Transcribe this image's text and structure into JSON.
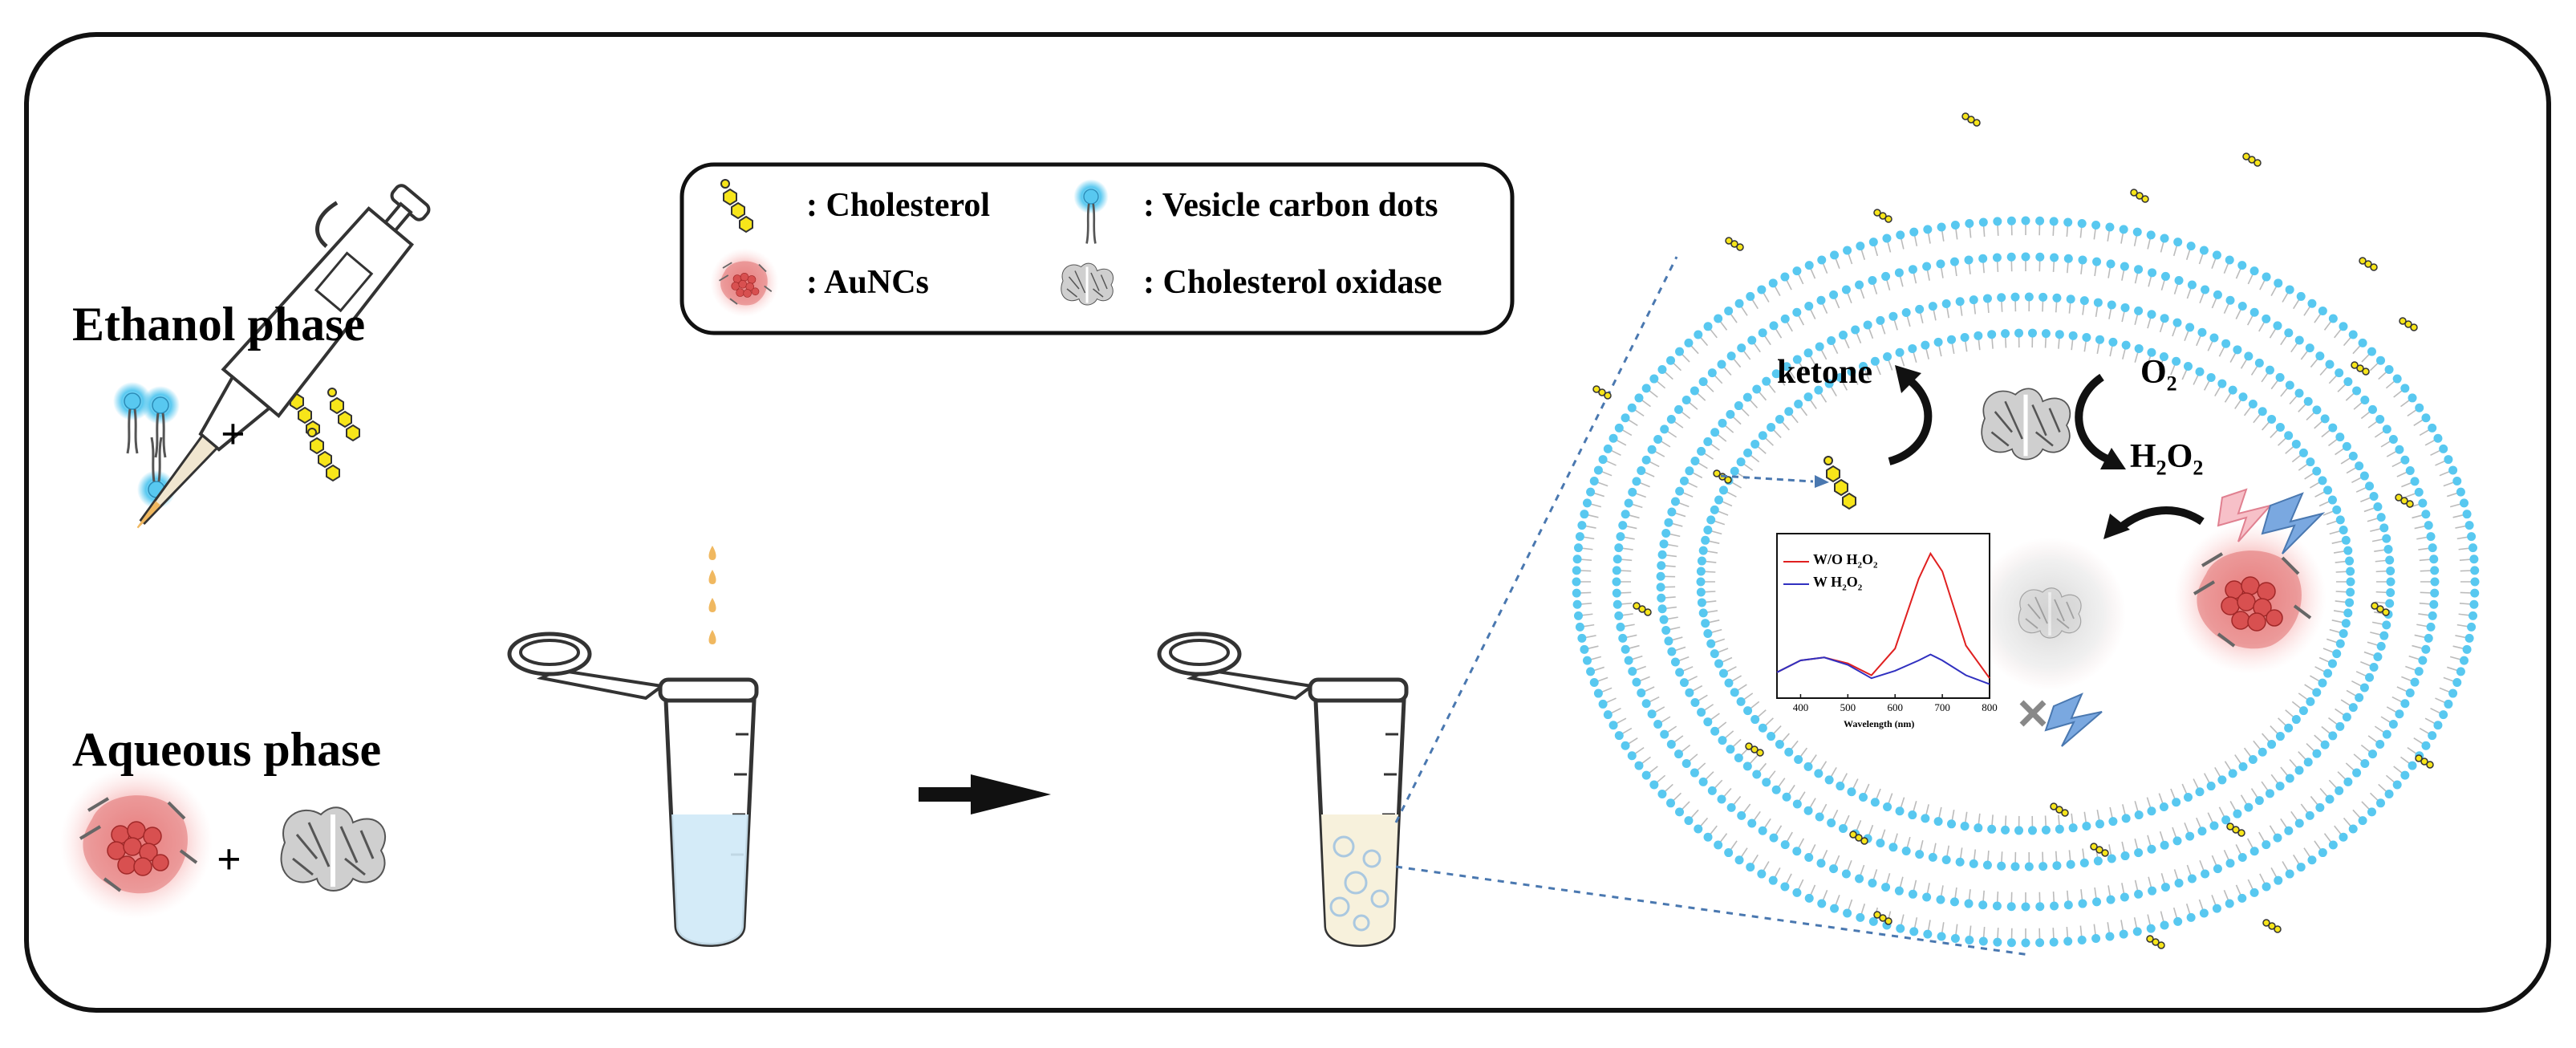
{
  "phases": {
    "ethanol_label": "Ethanol phase",
    "aqueous_label": "Aqueous phase",
    "plus": "+"
  },
  "legend": {
    "items": [
      {
        "label": ": Cholesterol",
        "icon": "cholesterol-icon"
      },
      {
        "label": ": Vesicle carbon dots",
        "icon": "vesicle-carbon-dot-icon"
      },
      {
        "label": ": AuNCs",
        "icon": "aunc-icon"
      },
      {
        "label": ": Cholesterol oxidase",
        "icon": "cholesterol-oxidase-icon"
      }
    ]
  },
  "reaction": {
    "ketone": "ketone",
    "o2": "O",
    "o2_sub": "2",
    "h2o2_a": "H",
    "h2o2_sub1": "2",
    "h2o2_b": "O",
    "h2o2_sub2": "2"
  },
  "inset_chart": {
    "legend_wo": "W/O H",
    "legend_w": "W H",
    "sub2": "2",
    "o": "O",
    "xlabel": "Wavelength (nm)",
    "xticks": [
      "400",
      "500",
      "600",
      "700",
      "800"
    ]
  },
  "chart_data": {
    "type": "line",
    "xlabel": "Wavelength (nm)",
    "xlim": [
      350,
      800
    ],
    "x": [
      350,
      400,
      450,
      500,
      550,
      600,
      650,
      675,
      700,
      750,
      800
    ],
    "series": [
      {
        "name": "W/O H2O2",
        "color": "#e02020",
        "values": [
          0.12,
          0.2,
          0.22,
          0.18,
          0.1,
          0.28,
          0.75,
          0.92,
          0.8,
          0.3,
          0.08
        ]
      },
      {
        "name": "W H2O2",
        "color": "#3030c0",
        "values": [
          0.12,
          0.2,
          0.22,
          0.17,
          0.08,
          0.13,
          0.2,
          0.24,
          0.2,
          0.1,
          0.04
        ]
      }
    ]
  },
  "colors": {
    "vesicle_head": "#58c8f0",
    "cholesterol": "#f7e51a",
    "aunc_glow": "#f2a0a0",
    "ethanol_drop": "#f0b860",
    "tube_liquid": "#cfe9f7",
    "tube_liquid_after": "#f7f1dc"
  }
}
